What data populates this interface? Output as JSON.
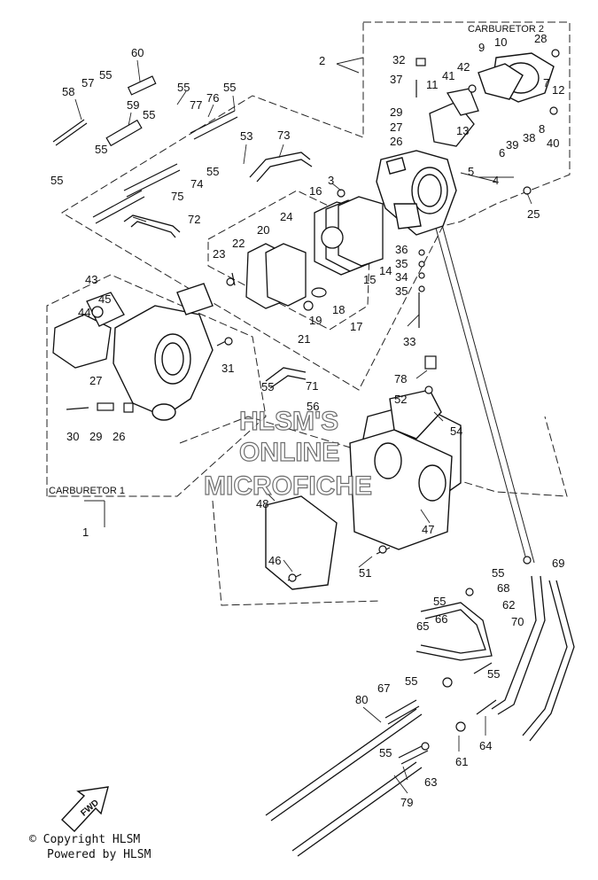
{
  "diagram": {
    "group_labels": {
      "carburetor_2": "CARBURETOR 2",
      "carburetor_1": "CARBURETOR 1"
    },
    "watermark": [
      "HLSM'S",
      "ONLINE",
      "MICROFICHE"
    ],
    "fwd_mark": "FWD",
    "part_numbers": [
      "1",
      "2",
      "3",
      "4",
      "5",
      "6",
      "7",
      "8",
      "9",
      "10",
      "11",
      "12",
      "13",
      "14",
      "15",
      "16",
      "17",
      "18",
      "19",
      "20",
      "21",
      "22",
      "23",
      "24",
      "25",
      "26",
      "27",
      "28",
      "29",
      "30",
      "31",
      "32",
      "33",
      "34",
      "35",
      "36",
      "37",
      "38",
      "39",
      "40",
      "41",
      "42",
      "43",
      "44",
      "45",
      "46",
      "47",
      "48",
      "51",
      "52",
      "53",
      "54",
      "55",
      "56",
      "57",
      "58",
      "59",
      "60",
      "61",
      "62",
      "63",
      "64",
      "65",
      "66",
      "67",
      "68",
      "69",
      "70",
      "71",
      "72",
      "73",
      "74",
      "75",
      "76",
      "77",
      "78",
      "79",
      "80"
    ]
  },
  "footer": {
    "copyright": "© Copyright HLSM",
    "powered_by": "Powered by HLSM"
  }
}
